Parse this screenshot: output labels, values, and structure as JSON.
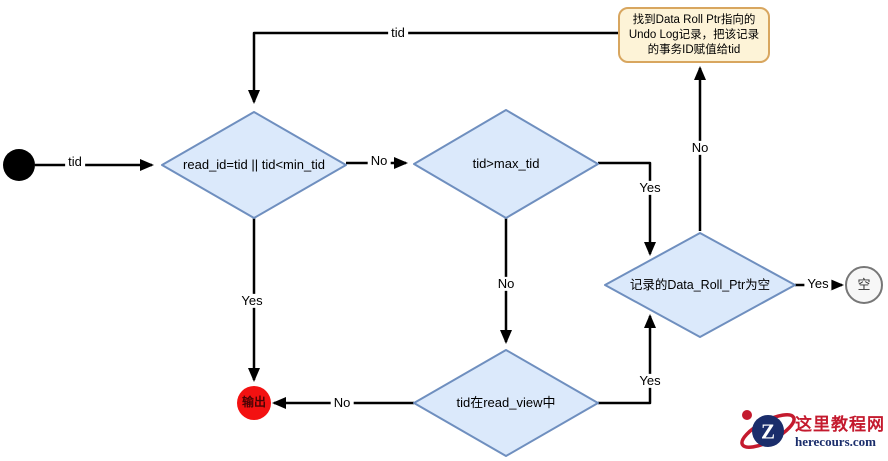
{
  "diagram": {
    "title_hint": "MVCC tid visibility decision flowchart",
    "nodes": {
      "start": {
        "type": "start-state"
      },
      "d1": {
        "label": "read_id=tid || tid<min_tid"
      },
      "d2": {
        "label": "tid>max_tid"
      },
      "d3": {
        "label": "记录的Data_Roll_Ptr为空"
      },
      "d4": {
        "label": "tid在read_view中"
      },
      "output": {
        "label": "输出"
      },
      "empty": {
        "label": "空"
      },
      "note": {
        "lines": [
          "找到Data Roll Ptr指向的",
          "Undo Log记录，把该记录",
          "的事务ID赋值给tid"
        ]
      }
    },
    "edges": {
      "start_tid": "tid",
      "loop_tid": "tid",
      "d1_no": "No",
      "d1_yes": "Yes",
      "d2_no": "No",
      "d2_yes": "Yes",
      "d3_no": "No",
      "d3_yes": "Yes",
      "d4_no": "No",
      "d4_yes": "Yes"
    },
    "colors": {
      "decision_fill": "#dbe9fb",
      "decision_stroke": "#6f8fbf",
      "note_fill": "#fdf3d7",
      "note_stroke": "#d8a65f",
      "connector": "#000000",
      "start_fill": "#000000",
      "output_fill": "#f31111",
      "empty_fill": "#f7f7f7",
      "empty_stroke": "#777777"
    }
  },
  "logo": {
    "letter": "Z",
    "title": "这里教程网",
    "domain": "herecours.com",
    "red": "#c41a2e",
    "navy": "#1a2d6b"
  }
}
